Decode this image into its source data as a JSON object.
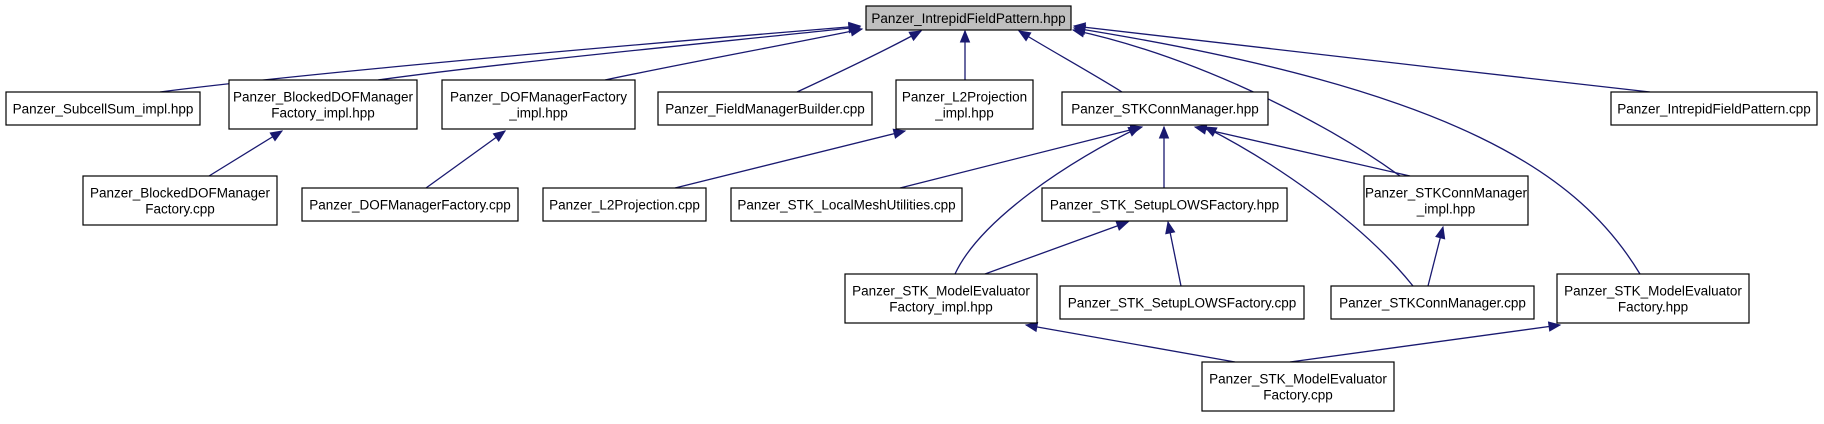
{
  "graph": {
    "nodes": [
      {
        "id": "root",
        "lines": [
          "Panzer_IntrepidFieldPattern.hpp"
        ]
      },
      {
        "id": "subcellsum",
        "lines": [
          "Panzer_SubcellSum_impl.hpp"
        ]
      },
      {
        "id": "blockeddofimpl",
        "lines": [
          "Panzer_BlockedDOFManager",
          "Factory_impl.hpp"
        ]
      },
      {
        "id": "dofimpl",
        "lines": [
          "Panzer_DOFManagerFactory",
          "_impl.hpp"
        ]
      },
      {
        "id": "fmbuilder",
        "lines": [
          "Panzer_FieldManagerBuilder.cpp"
        ]
      },
      {
        "id": "l2impl",
        "lines": [
          "Panzer_L2Projection",
          "_impl.hpp"
        ]
      },
      {
        "id": "stkconnhpp",
        "lines": [
          "Panzer_STKConnManager.hpp"
        ]
      },
      {
        "id": "ifpcpp",
        "lines": [
          "Panzer_IntrepidFieldPattern.cpp"
        ]
      },
      {
        "id": "blockeddofcpp",
        "lines": [
          "Panzer_BlockedDOFManager",
          "Factory.cpp"
        ]
      },
      {
        "id": "dofcpp",
        "lines": [
          "Panzer_DOFManagerFactory.cpp"
        ]
      },
      {
        "id": "l2cpp",
        "lines": [
          "Panzer_L2Projection.cpp"
        ]
      },
      {
        "id": "localmesh",
        "lines": [
          "Panzer_STK_LocalMeshUtilities.cpp"
        ]
      },
      {
        "id": "setuplowshpp",
        "lines": [
          "Panzer_STK_SetupLOWSFactory.hpp"
        ]
      },
      {
        "id": "stkconnimpl",
        "lines": [
          "Panzer_STKConnManager",
          "_impl.hpp"
        ]
      },
      {
        "id": "meimpl",
        "lines": [
          "Panzer_STK_ModelEvaluator",
          "Factory_impl.hpp"
        ]
      },
      {
        "id": "setuplowscpp",
        "lines": [
          "Panzer_STK_SetupLOWSFactory.cpp"
        ]
      },
      {
        "id": "stkconncpp",
        "lines": [
          "Panzer_STKConnManager.cpp"
        ]
      },
      {
        "id": "mehpp",
        "lines": [
          "Panzer_STK_ModelEvaluator",
          "Factory.hpp"
        ]
      },
      {
        "id": "mecpp",
        "lines": [
          "Panzer_STK_ModelEvaluator",
          "Factory.cpp"
        ]
      }
    ],
    "edges": [
      {
        "from": "subcellsum",
        "to": "root"
      },
      {
        "from": "blockeddofimpl",
        "to": "root"
      },
      {
        "from": "dofimpl",
        "to": "root"
      },
      {
        "from": "fmbuilder",
        "to": "root"
      },
      {
        "from": "l2impl",
        "to": "root"
      },
      {
        "from": "stkconnhpp",
        "to": "root"
      },
      {
        "from": "stkconnimpl",
        "to": "root"
      },
      {
        "from": "mehpp",
        "to": "root"
      },
      {
        "from": "ifpcpp",
        "to": "root"
      },
      {
        "from": "blockeddofcpp",
        "to": "blockeddofimpl"
      },
      {
        "from": "dofcpp",
        "to": "dofimpl"
      },
      {
        "from": "l2cpp",
        "to": "l2impl"
      },
      {
        "from": "localmesh",
        "to": "stkconnhpp"
      },
      {
        "from": "meimpl",
        "to": "stkconnhpp"
      },
      {
        "from": "setuplowshpp",
        "to": "stkconnhpp"
      },
      {
        "from": "stkconnimpl",
        "to": "stkconnhpp"
      },
      {
        "from": "stkconncpp",
        "to": "stkconnhpp"
      },
      {
        "from": "meimpl",
        "to": "setuplowshpp"
      },
      {
        "from": "setuplowscpp",
        "to": "setuplowshpp"
      },
      {
        "from": "stkconncpp",
        "to": "stkconnimpl"
      },
      {
        "from": "mecpp",
        "to": "meimpl"
      },
      {
        "from": "mecpp",
        "to": "mehpp"
      }
    ]
  }
}
